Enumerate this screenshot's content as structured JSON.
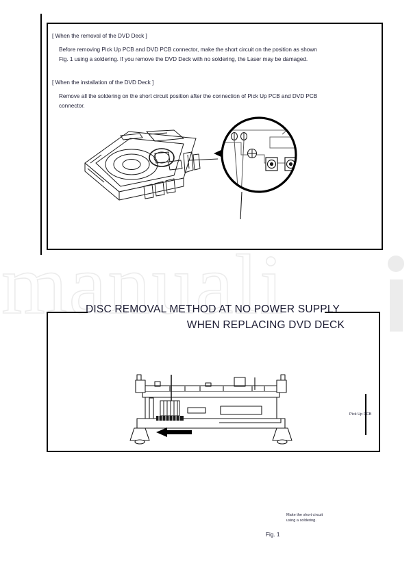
{
  "document": {
    "type": "service-manual-page",
    "watermark_text": "manuali",
    "watermark_color": "#ebebeb"
  },
  "top_box": {
    "section_removal": {
      "heading": "[ When the removal of the DVD Deck ]",
      "body": "Before removing Pick Up PCB and DVD PCB connector, make the short circuit on the position as shown Fig. 1 using a soldering. If you remove the DVD Deck with no soldering, the Laser may be damaged."
    },
    "section_installation": {
      "heading": "[ When the installation of the DVD Deck ]",
      "body": "Remove all the soldering on the short circuit position after the connection of Pick Up PCB and DVD PCB connector."
    },
    "figure": {
      "name": "dvd-deck-assembly-with-detail-callout",
      "detail_items": [
        "solder-pad",
        "solder-pad",
        "screw",
        "connector",
        "connector"
      ]
    }
  },
  "lower_box": {
    "title_line1": "DISC REMOVAL METHOD AT NO POWER SUPPLY",
    "title_line2": "WHEN REPLACING DVD DECK",
    "figure": {
      "name": "dvd-deck-side-view",
      "arrow_direction": "left"
    }
  },
  "annotations": {
    "pickup_pcb": "Pick Up PCB",
    "short_circuit_line1": "Make the short circuit",
    "short_circuit_line2": "using a soldering.",
    "figure_label": "Fig. 1"
  }
}
